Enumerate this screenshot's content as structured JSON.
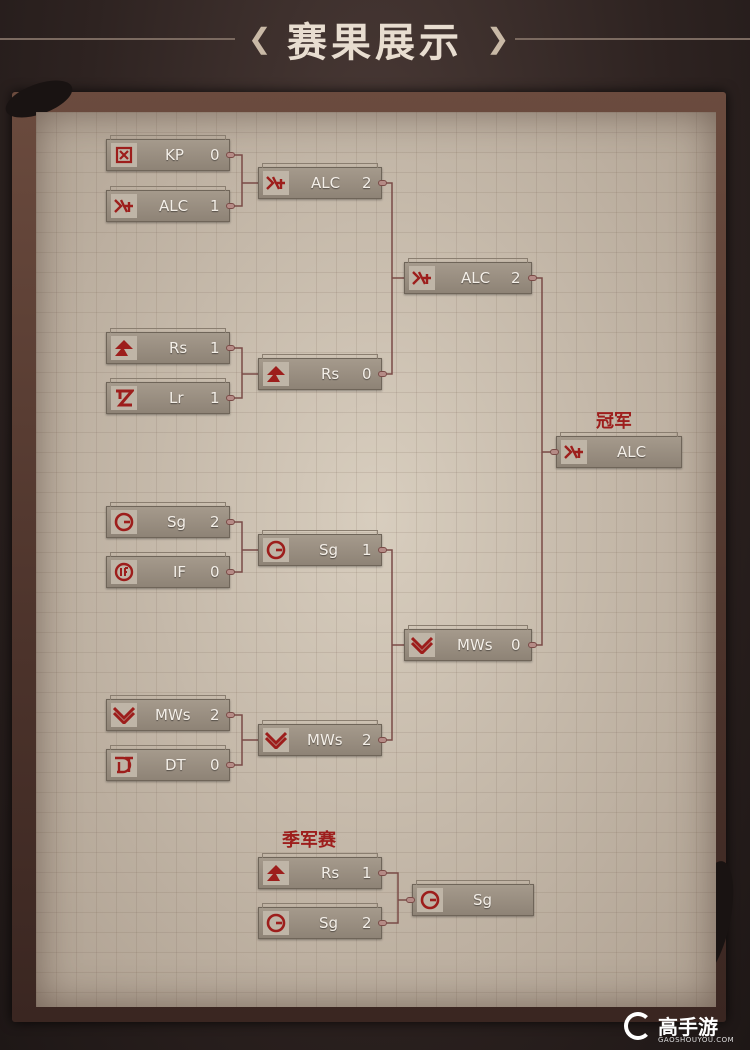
{
  "header": {
    "title": "赛果展示"
  },
  "labels": {
    "champion": "冠军",
    "third_place": "季军赛"
  },
  "round1": [
    {
      "team": "KP",
      "score": "0",
      "logo": "kp-logo-icon"
    },
    {
      "team": "ALC",
      "score": "1",
      "logo": "alc-logo-icon"
    },
    {
      "team": "Rs",
      "score": "1",
      "logo": "rs-logo-icon"
    },
    {
      "team": "Lr",
      "score": "1",
      "logo": "lr-logo-icon"
    },
    {
      "team": "Sg",
      "score": "2",
      "logo": "sg-logo-icon"
    },
    {
      "team": "IF",
      "score": "0",
      "logo": "if-logo-icon"
    },
    {
      "team": "MWs",
      "score": "2",
      "logo": "mws-logo-icon"
    },
    {
      "team": "DT",
      "score": "0",
      "logo": "dt-logo-icon"
    }
  ],
  "round2": [
    {
      "team": "ALC",
      "score": "2",
      "logo": "alc-logo-icon"
    },
    {
      "team": "Rs",
      "score": "0",
      "logo": "rs-logo-icon"
    },
    {
      "team": "Sg",
      "score": "1",
      "logo": "sg-logo-icon"
    },
    {
      "team": "MWs",
      "score": "2",
      "logo": "mws-logo-icon"
    }
  ],
  "semis": [
    {
      "team": "ALC",
      "score": "2",
      "logo": "alc-logo-icon"
    },
    {
      "team": "MWs",
      "score": "0",
      "logo": "mws-logo-icon"
    }
  ],
  "champion": {
    "team": "ALC",
    "logo": "alc-logo-icon"
  },
  "third_place": {
    "matches": [
      {
        "team": "Rs",
        "score": "1",
        "logo": "rs-logo-icon"
      },
      {
        "team": "Sg",
        "score": "2",
        "logo": "sg-logo-icon"
      }
    ],
    "winner": {
      "team": "Sg",
      "logo": "sg-logo-icon"
    }
  },
  "watermark": {
    "brand": "高手游",
    "domain": "GAOSHOUYOU.COM"
  },
  "colors": {
    "accent": "#9d1e1c",
    "plate": "#9a8f82",
    "paper": "#cbbfae",
    "connector": "#7a4b47"
  }
}
